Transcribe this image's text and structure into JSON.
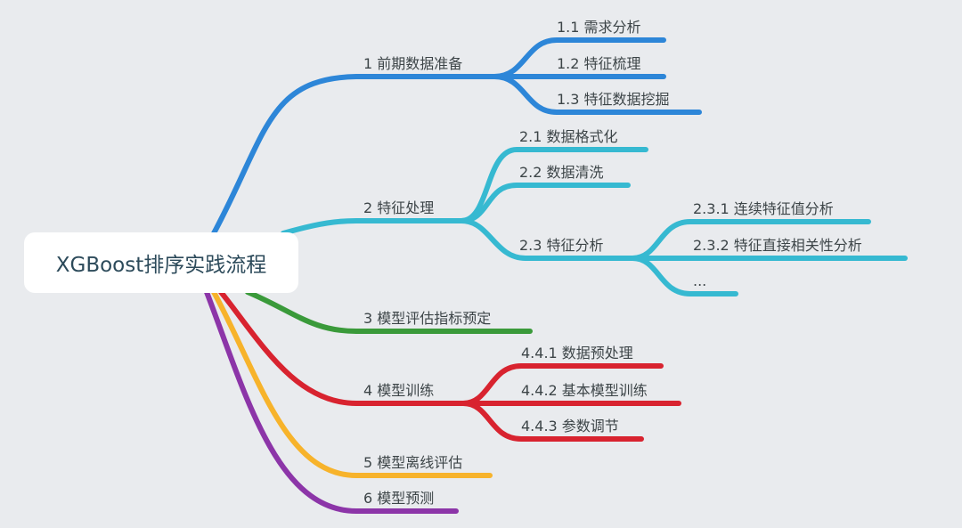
{
  "central_topic": "XGBoost排序实践流程",
  "colors": {
    "background": "#e9ebee",
    "branch1": "#2d86d8",
    "branch2": "#36b9d1",
    "branch3": "#3a9a3a",
    "branch4": "#d8232f",
    "branch5": "#f7b32b",
    "branch6": "#8c35a8",
    "text": "#3d4548",
    "central_text": "#2c4a5a"
  },
  "branches": [
    {
      "label": "1 前期数据准备",
      "children": [
        {
          "label": "1.1 需求分析"
        },
        {
          "label": "1.2 特征梳理"
        },
        {
          "label": "1.3 特征数据挖掘"
        }
      ]
    },
    {
      "label": "2 特征处理",
      "children": [
        {
          "label": "2.1 数据格式化"
        },
        {
          "label": "2.2 数据清洗"
        },
        {
          "label": "2.3 特征分析",
          "children": [
            {
              "label": "2.3.1 连续特征值分析"
            },
            {
              "label": "2.3.2 特征直接相关性分析"
            },
            {
              "label": "..."
            }
          ]
        }
      ]
    },
    {
      "label": "3 模型评估指标预定",
      "children": []
    },
    {
      "label": "4 模型训练",
      "children": [
        {
          "label": "4.4.1 数据预处理"
        },
        {
          "label": "4.4.2 基本模型训练"
        },
        {
          "label": "4.4.3 参数调节"
        }
      ]
    },
    {
      "label": "5 模型离线评估",
      "children": []
    },
    {
      "label": "6 模型预测",
      "children": []
    }
  ]
}
